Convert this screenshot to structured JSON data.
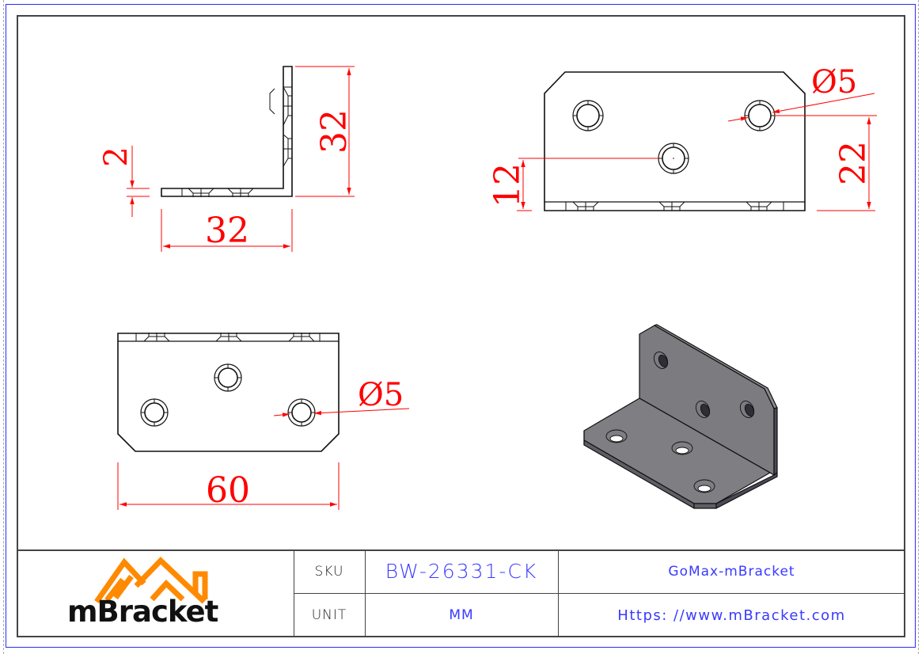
{
  "document": {
    "type": "technical drawing",
    "part": "L angle bracket"
  },
  "colors": {
    "dimension": "#ff0000",
    "outline": "#111111",
    "title_text": "#3a3aff",
    "logo_orange": "#ff8a00",
    "frame_blue": "#2b2bff",
    "iso_face": "#7b7b80",
    "iso_edge": "#55555f"
  },
  "views": {
    "side_view": {
      "dimensions": {
        "thickness": "2",
        "height": "32",
        "width": "32"
      }
    },
    "front_view": {
      "dimensions": {
        "hole_diameter": "Ø5",
        "hole_center_low": "12",
        "hole_center_high": "22"
      }
    },
    "top_view": {
      "dimensions": {
        "hole_diameter": "Ø5",
        "length": "60"
      }
    },
    "isometric_view": {
      "label": "3D isometric bracket render"
    }
  },
  "title_block": {
    "logo": {
      "brand": "mBracket"
    },
    "sku_label": "SKU",
    "sku_value": "BW-26331-CK",
    "unit_label": "UNIT",
    "unit_value": "MM",
    "company": "GoMax-mBracket",
    "website": "Https: //www.mBracket.com"
  }
}
